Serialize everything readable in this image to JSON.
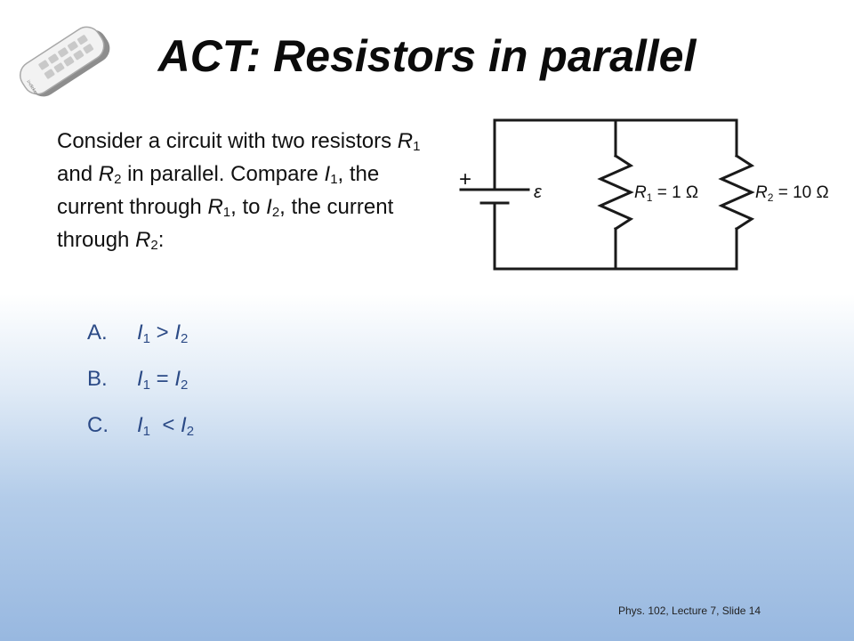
{
  "slide": {
    "title": "ACT: Resistors in parallel",
    "question": {
      "p1": "Consider a circuit with two resistors ",
      "r": "R",
      "s1": "1",
      "and": " and ",
      "s2": "2",
      "p2": " in parallel. Compare ",
      "i": "I",
      "p3": ", the current through ",
      "p4": ", to ",
      "p5": ", the current through ",
      "end": ":"
    },
    "choices": [
      {
        "letter": "A.",
        "var": "I",
        "sub1": "1",
        "op": " > ",
        "sub2": "2"
      },
      {
        "letter": "B.",
        "var": "I",
        "sub1": "1",
        "op": " = ",
        "sub2": "2"
      },
      {
        "letter": "C.",
        "var": "I",
        "sub1": "1",
        "op": "  < ",
        "sub2": "2"
      }
    ],
    "footer": "Phys. 102,  Lecture 7, Slide 14"
  },
  "circuit": {
    "plus": "+",
    "emf": "ε",
    "r1": {
      "symbol": "R",
      "sub": "1",
      "value": " = 1 Ω"
    },
    "r2": {
      "symbol": "R",
      "sub": "2",
      "value": " = 10 Ω"
    }
  },
  "clicker": {
    "label": "i>clicker"
  }
}
